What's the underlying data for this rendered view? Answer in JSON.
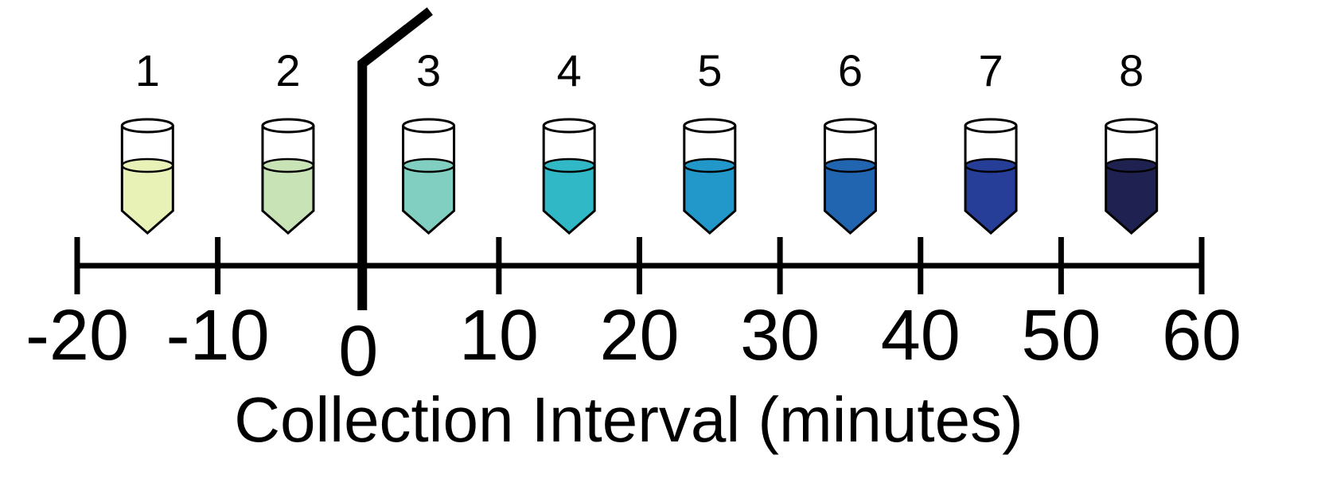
{
  "axis": {
    "title": "Collection Interval (minutes)",
    "ticks": [
      {
        "value": -20,
        "label": "-20"
      },
      {
        "value": -10,
        "label": "-10"
      },
      {
        "value": 0,
        "label": "0"
      },
      {
        "value": 10,
        "label": "10"
      },
      {
        "value": 20,
        "label": "20"
      },
      {
        "value": 30,
        "label": "30"
      },
      {
        "value": 40,
        "label": "40"
      },
      {
        "value": 50,
        "label": "50"
      },
      {
        "value": 60,
        "label": "60"
      }
    ],
    "range": [
      -20,
      60
    ]
  },
  "tubes": [
    {
      "label": "1",
      "interval": [
        -20,
        -10
      ],
      "color": "#e8f2b6"
    },
    {
      "label": "2",
      "interval": [
        -10,
        0
      ],
      "color": "#c8e4b6"
    },
    {
      "label": "3",
      "interval": [
        0,
        10
      ],
      "color": "#80cfc0"
    },
    {
      "label": "4",
      "interval": [
        10,
        20
      ],
      "color": "#31b8c6"
    },
    {
      "label": "5",
      "interval": [
        20,
        30
      ],
      "color": "#2297c9"
    },
    {
      "label": "6",
      "interval": [
        30,
        40
      ],
      "color": "#2165b1"
    },
    {
      "label": "7",
      "interval": [
        40,
        50
      ],
      "color": "#263e98"
    },
    {
      "label": "8",
      "interval": [
        50,
        60
      ],
      "color": "#1f2250"
    }
  ],
  "marker": {
    "value": 0
  }
}
